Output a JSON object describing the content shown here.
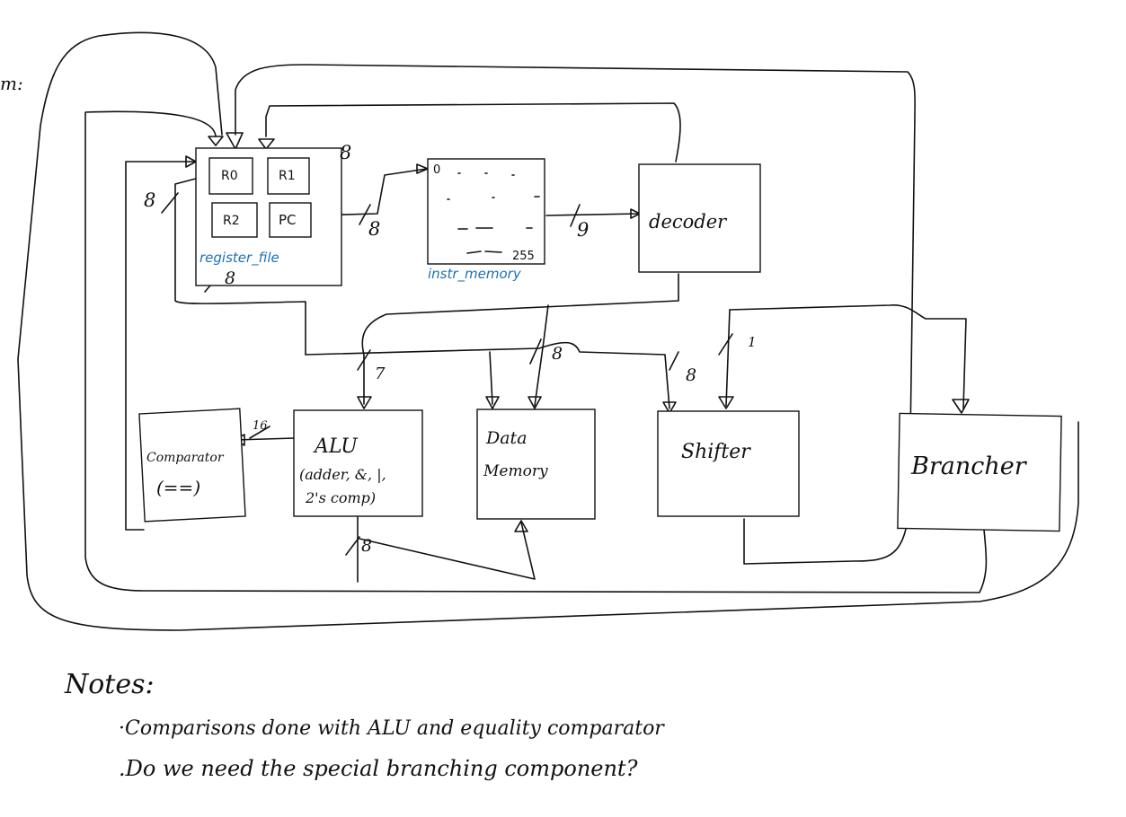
{
  "corner_text": "m:",
  "register_file": {
    "label": "register_file",
    "registers": [
      "R0",
      "R1",
      "R2",
      "PC"
    ]
  },
  "instr_memory": {
    "label": "instr_memory",
    "first_addr": "0",
    "last_addr": "255"
  },
  "blocks": {
    "decoder": "decoder",
    "alu_title": "ALU",
    "alu_line1": "(adder, &, |,",
    "alu_line2": "2's comp)",
    "data_memory_line1": "Data",
    "data_memory_line2": "Memory",
    "shifter": "Shifter",
    "brancher": "Brancher",
    "comparator_line1": "Comparator",
    "comparator_line2": "(==)"
  },
  "bus_widths": {
    "r1_out": "8",
    "left_in": "8",
    "pc_out": "8",
    "rf_bottom": "8",
    "instr_out": "9",
    "alu_in": "7",
    "mem_in": "8",
    "shift_in": "8",
    "shift_ctrl": "1",
    "comp_in": "16",
    "alu_out": "8"
  },
  "notes": {
    "heading": "Notes:",
    "items": [
      "·Comparisons done with ALU and equality comparator",
      ".Do we need the special branching component?"
    ]
  }
}
